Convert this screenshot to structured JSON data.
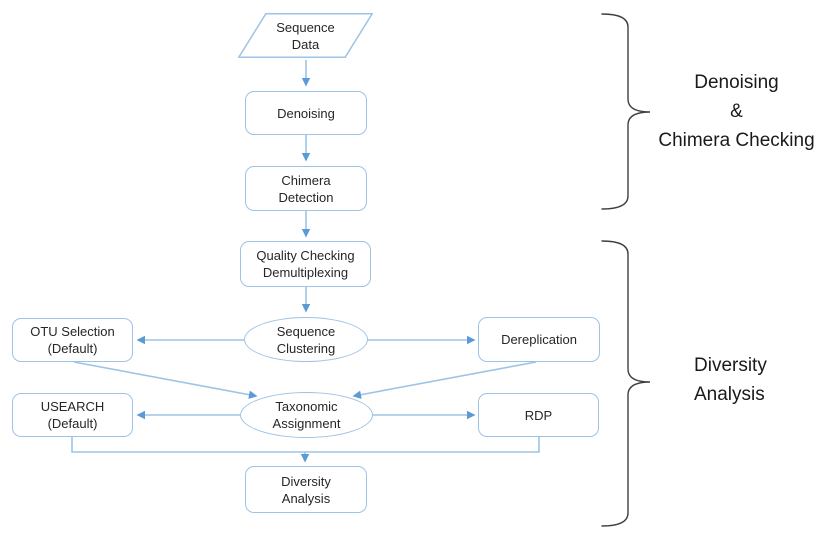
{
  "flowchart": {
    "nodes": {
      "sequence_data": {
        "label": "Sequence\nData",
        "shape": "parallelogram"
      },
      "denoising": {
        "label": "Denoising",
        "shape": "rounded-rect"
      },
      "chimera_detection": {
        "label": "Chimera\nDetection",
        "shape": "rounded-rect"
      },
      "quality_checking": {
        "label": "Quality Checking\nDemultiplexing",
        "shape": "rounded-rect"
      },
      "sequence_clustering": {
        "label": "Sequence\nClustering",
        "shape": "ellipse"
      },
      "otu_selection": {
        "label": "OTU Selection\n(Default)",
        "shape": "rounded-rect"
      },
      "dereplication": {
        "label": "Dereplication",
        "shape": "rounded-rect"
      },
      "taxonomic_assignment": {
        "label": "Taxonomic\nAssignment",
        "shape": "ellipse"
      },
      "usearch": {
        "label": "USEARCH\n(Default)",
        "shape": "rounded-rect"
      },
      "rdp": {
        "label": "RDP",
        "shape": "rounded-rect"
      },
      "diversity_analysis": {
        "label": "Diversity\nAnalysis",
        "shape": "rounded-rect"
      }
    },
    "edges": [
      {
        "from": "sequence_data",
        "to": "denoising"
      },
      {
        "from": "denoising",
        "to": "chimera_detection"
      },
      {
        "from": "chimera_detection",
        "to": "quality_checking"
      },
      {
        "from": "quality_checking",
        "to": "sequence_clustering"
      },
      {
        "from": "sequence_clustering",
        "to": "otu_selection"
      },
      {
        "from": "sequence_clustering",
        "to": "dereplication"
      },
      {
        "from": "otu_selection",
        "to": "taxonomic_assignment"
      },
      {
        "from": "dereplication",
        "to": "taxonomic_assignment"
      },
      {
        "from": "taxonomic_assignment",
        "to": "usearch"
      },
      {
        "from": "taxonomic_assignment",
        "to": "rdp"
      },
      {
        "from": "usearch",
        "to": "diversity_analysis"
      },
      {
        "from": "rdp",
        "to": "diversity_analysis"
      }
    ]
  },
  "annotations": {
    "denoising_chimera_brace_label": "Denoising\n&\nChimera Checking",
    "diversity_brace_label": "Diversity\nAnalysis"
  },
  "colors": {
    "shape_outline": "#9DC3E6",
    "connector_line": "#9DC3E6",
    "arrowhead": "#5B9BD5",
    "brace": "#3F3F3F",
    "text": "#262626",
    "background": "#FFFFFF"
  }
}
